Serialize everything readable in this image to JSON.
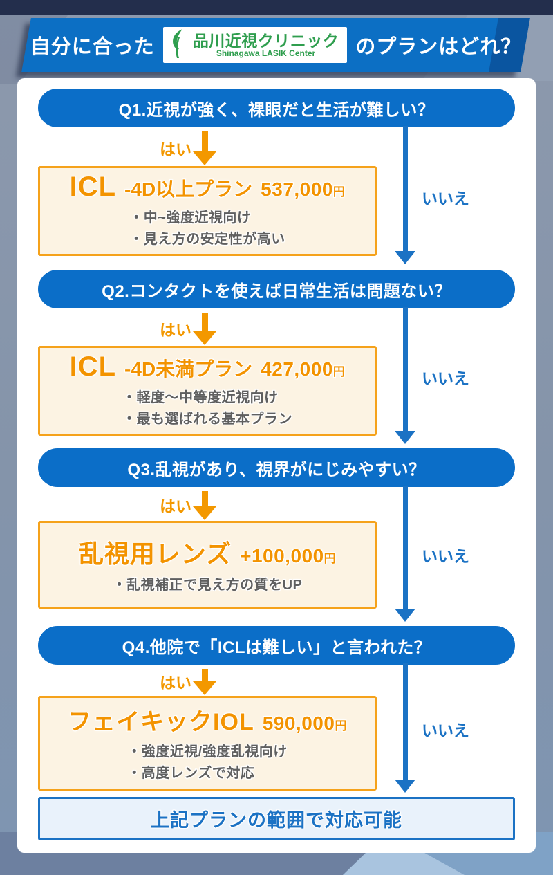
{
  "header": {
    "prefix": "自分に合った",
    "suffix": "のプランはどれ？",
    "logo": {
      "name": "品川近視クリニック",
      "subname": "Shinagawa LASIK Center",
      "icon": "leaf-icon"
    }
  },
  "colors": {
    "banner_blue": "#0c6fc4",
    "banner_end_blue": "#0a55a0",
    "pill_blue": "#0b6ec8",
    "arrow_blue": "#1b72c4",
    "accent_orange": "#f39800",
    "plan_border_orange": "#f5a21b",
    "plan_bg_cream": "#fcf3e3",
    "logo_green": "#2f9e4e",
    "final_bg": "#e9f2fb"
  },
  "flow": {
    "steps": [
      {
        "question": "Q1.近視が強く、裸眼だと生活が難しい？",
        "yes_label": "はい",
        "no_label": "いいえ",
        "plan": {
          "name": "ICL",
          "variant": "-4D以上プラン",
          "price": "537,000",
          "price_unit": "円",
          "bullets": [
            "・中~強度近視向け",
            "・見え方の安定性が高い"
          ]
        }
      },
      {
        "question": "Q2.コンタクトを使えば日常生活は問題ない？",
        "yes_label": "はい",
        "no_label": "いいえ",
        "plan": {
          "name": "ICL",
          "variant": "-4D未満プラン",
          "price": "427,000",
          "price_unit": "円",
          "bullets": [
            "・軽度〜中等度近視向け",
            "・最も選ばれる基本プラン"
          ]
        }
      },
      {
        "question": "Q3.乱視があり、視界がにじみやすい？",
        "yes_label": "はい",
        "no_label": "いいえ",
        "plan": {
          "name": "乱視用レンズ",
          "variant": "",
          "price": "+100,000",
          "price_unit": "円",
          "bullets": [
            "・乱視補正で見え方の質をUP"
          ]
        }
      },
      {
        "question": "Q4.他院で「ICLは難しい」と言われた？",
        "yes_label": "はい",
        "no_label": "いいえ",
        "plan": {
          "name": "フェイキックIOL",
          "variant": "",
          "price": "590,000",
          "price_unit": "円",
          "bullets": [
            "・強度近視/強度乱視向け",
            "・高度レンズで対応"
          ]
        }
      }
    ],
    "fallback": "上記プランの範囲で対応可能"
  }
}
